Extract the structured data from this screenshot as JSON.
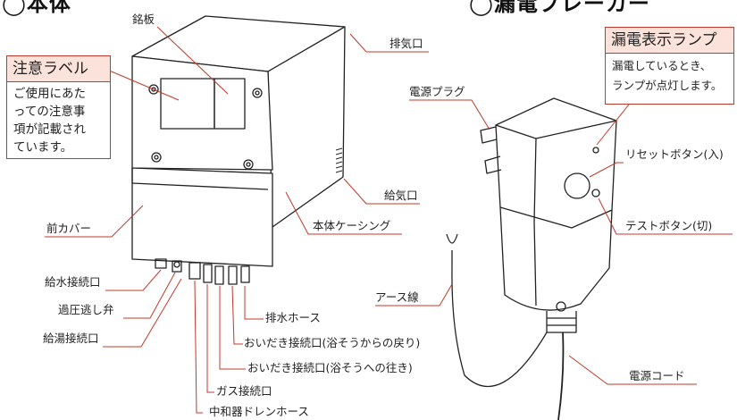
{
  "headings": {
    "main_unit": "◯本体",
    "breaker": "◯漏電ブレーカー"
  },
  "caution_label": {
    "title": "注意ラベル",
    "lines": [
      "ご使用にあた",
      "っての注意事",
      "項が記載され",
      "ています。"
    ]
  },
  "leak_lamp": {
    "title": "漏電表示ランプ",
    "lines": [
      "漏電しているとき、",
      "ランプが点灯します。"
    ]
  },
  "labels": {
    "nameplate": "銘板",
    "exhaust": "排気口",
    "intake": "給気口",
    "front_cover": "前カバー",
    "casing": "本体ケーシング",
    "water_supply": "給水接続口",
    "relief_valve": "過圧逃し弁",
    "hot_water": "給湯接続口",
    "drain_hose": "排水ホース",
    "reheat_return": "おいだき接続口(浴そうからの戻り)",
    "reheat_out": "おいだき接続口(浴そうへの往き)",
    "gas": "ガス接続口",
    "neutralizer_drain": "中和器ドレンホース",
    "power_plug": "電源プラグ",
    "reset_button": "リセットボタン(入)",
    "test_button": "テストボタン(切)",
    "earth_wire": "アース線",
    "power_cord": "電源コード"
  },
  "colors": {
    "accent": "#c0392b",
    "accent_fill": "#fbe3dc",
    "line": "#222222"
  }
}
